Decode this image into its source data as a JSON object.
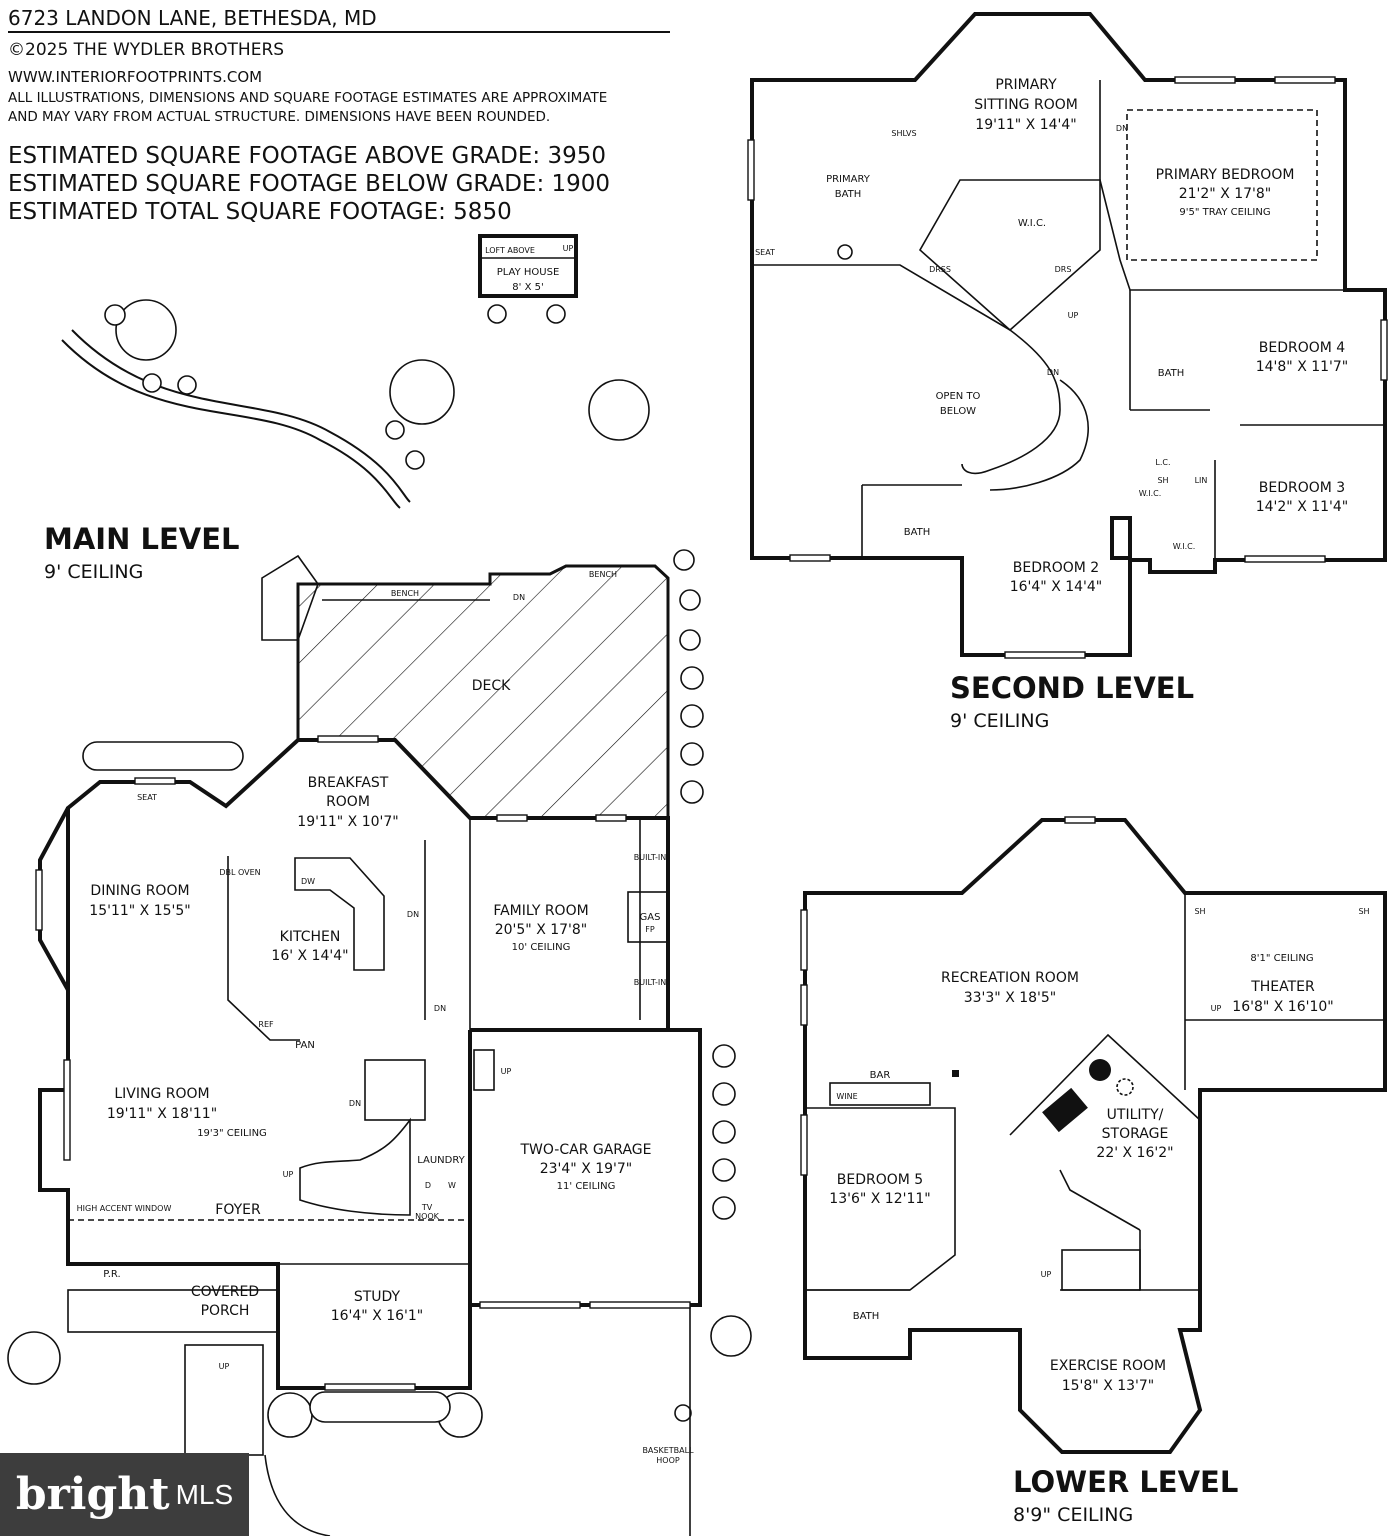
{
  "header": {
    "address": "6723 LANDON LANE, BETHESDA, MD",
    "copyright": "©2025 THE WYDLER BROTHERS",
    "website": "WWW.INTERIORFOOTPRINTS.COM",
    "disclaimer_1": "ALL ILLUSTRATIONS, DIMENSIONS AND SQUARE FOOTAGE ESTIMATES ARE APPROXIMATE",
    "disclaimer_2": "AND MAY VARY FROM ACTUAL STRUCTURE. DIMENSIONS HAVE BEEN ROUNDED.",
    "sqft_above": "ESTIMATED SQUARE FOOTAGE ABOVE GRADE: 3950",
    "sqft_below": "ESTIMATED SQUARE FOOTAGE BELOW GRADE: 1900",
    "sqft_total": "ESTIMATED TOTAL SQUARE FOOTAGE: 5850"
  },
  "playhouse": {
    "loft": "LOFT ABOVE",
    "up": "UP",
    "name": "PLAY HOUSE",
    "dim": "8' X 5'"
  },
  "levels": {
    "main": {
      "title": "MAIN LEVEL",
      "ceiling": "9' CEILING"
    },
    "second": {
      "title": "SECOND LEVEL",
      "ceiling": "9' CEILING"
    },
    "lower": {
      "title": "LOWER LEVEL",
      "ceiling": "8'9\" CEILING"
    }
  },
  "main_rooms": {
    "deck": "DECK",
    "bench_1": "BENCH",
    "bench_2": "BENCH",
    "dn_deck": "DN",
    "breakfast_1": "BREAKFAST",
    "breakfast_2": "ROOM",
    "breakfast_dim": "19'11\" X 10'7\"",
    "seat": "SEAT",
    "dining": "DINING ROOM",
    "dining_dim": "15'11\" X 15'5\"",
    "kitchen": "KITCHEN",
    "kitchen_dim": "16' X 14'4\"",
    "dw": "DW",
    "dbl_oven": "DBL OVEN",
    "ref": "REF",
    "pan": "PAN",
    "family": "FAMILY ROOM",
    "family_dim": "20'5\" X 17'8\"",
    "family_ceiling": "10' CEILING",
    "builtin_1": "BUILT-IN",
    "builtin_2": "BUILT-IN",
    "gas": "GAS",
    "fp": "FP",
    "dn_1": "DN",
    "dn_2": "DN",
    "living": "LIVING ROOM",
    "living_dim": "19'11\" X 18'11\"",
    "living_ceiling": "19'3\" CEILING",
    "high_window": "HIGH ACCENT WINDOW",
    "foyer": "FOYER",
    "up_stair": "UP",
    "dn_stair": "DN",
    "laundry": "LAUNDRY",
    "d": "D",
    "w": "W",
    "tv_1": "TV",
    "tv_2": "NOOK",
    "pr": "P.R.",
    "covered_1": "COVERED",
    "covered_2": "PORCH",
    "up_porch": "UP",
    "study": "STUDY",
    "study_dim": "16'4\" X 16'1\"",
    "garage": "TWO-CAR GARAGE",
    "garage_dim": "23'4\" X 19'7\"",
    "garage_ceiling": "11' CEILING",
    "up_garage": "UP",
    "hoop_1": "BASKETBALL",
    "hoop_2": "HOOP"
  },
  "second_rooms": {
    "sitting_1": "PRIMARY",
    "sitting_2": "SITTING ROOM",
    "sitting_dim": "19'11\" X 14'4\"",
    "pbath_1": "PRIMARY",
    "pbath_2": "BATH",
    "shlvs": "SHLVS",
    "seat": "SEAT",
    "wic": "W.I.C.",
    "drss_1": "DRSS",
    "drss_2": "DRS",
    "dn_sitting": "DN",
    "pbed": "PRIMARY BEDROOM",
    "pbed_dim": "21'2\" X 17'8\"",
    "pbed_ceiling": "9'5\" TRAY CEILING",
    "up": "UP",
    "open_1": "OPEN TO",
    "open_2": "BELOW",
    "dn_stair": "DN",
    "bed4": "BEDROOM 4",
    "bed4_dim": "14'8\" X 11'7\"",
    "bath_4": "BATH",
    "bed3": "BEDROOM 3",
    "bed3_dim": "14'2\" X 11'4\"",
    "lc": "L.C.",
    "sh": "SH",
    "lin": "LIN",
    "wic_a": "W.I.C.",
    "wic_b": "W.I.C.",
    "bath_2": "BATH",
    "bed2": "BEDROOM 2",
    "bed2_dim": "16'4\" X 14'4\""
  },
  "lower_rooms": {
    "rec": "RECREATION ROOM",
    "rec_dim": "33'3\" X 18'5\"",
    "sh_1": "SH",
    "sh_2": "SH",
    "theater_ceiling": "8'1\" CEILING",
    "theater": "THEATER",
    "theater_dim": "16'8\" X 16'10\"",
    "up_theater": "UP",
    "bar": "BAR",
    "wine": "WINE",
    "utility_1": "UTILITY/",
    "utility_2": "STORAGE",
    "utility_dim": "22' X 16'2\"",
    "bed5": "BEDROOM 5",
    "bed5_dim": "13'6\" X 12'11\"",
    "bath": "BATH",
    "up": "UP",
    "exercise": "EXERCISE ROOM",
    "exercise_dim": "15'8\" X 13'7\""
  },
  "brand": {
    "name": "bright",
    "suffix": "MLS"
  }
}
